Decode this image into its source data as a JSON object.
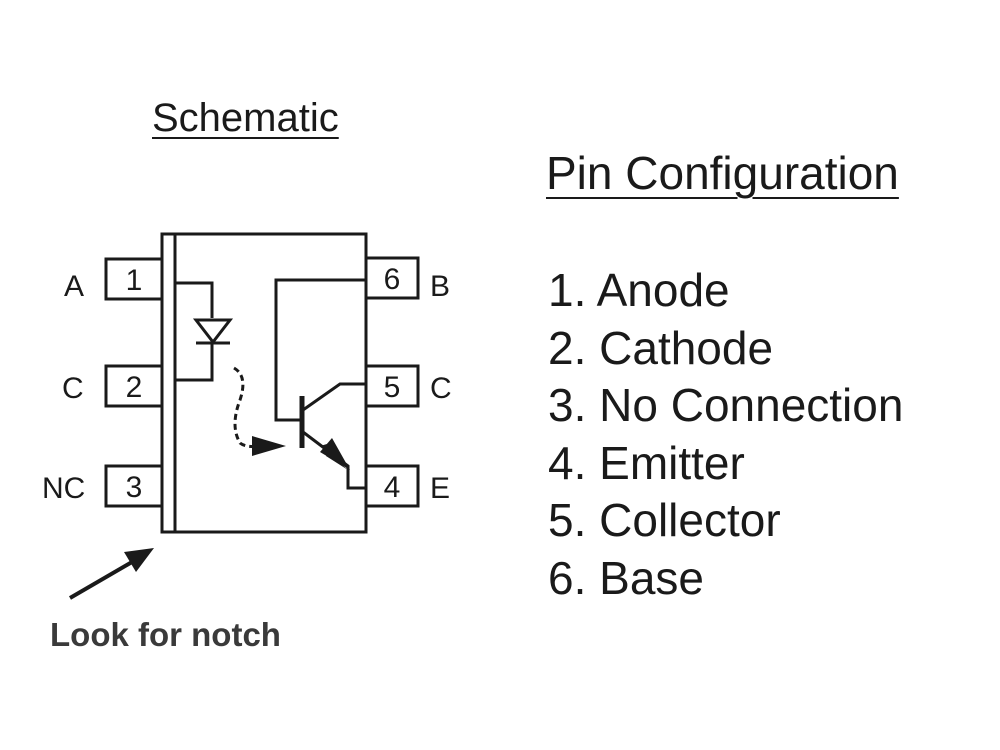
{
  "schematic": {
    "title": "Schematic",
    "notch_label": "Look for notch",
    "pins": [
      {
        "number": "1",
        "label": "A"
      },
      {
        "number": "2",
        "label": "C"
      },
      {
        "number": "3",
        "label": "NC"
      },
      {
        "number": "4",
        "label": "E"
      },
      {
        "number": "5",
        "label": "C"
      },
      {
        "number": "6",
        "label": "B"
      }
    ]
  },
  "pin_configuration": {
    "title": "Pin Configuration",
    "items": [
      "1. Anode",
      "2. Cathode",
      "3. No Connection",
      "4. Emitter",
      "5. Collector",
      "6. Base"
    ]
  }
}
